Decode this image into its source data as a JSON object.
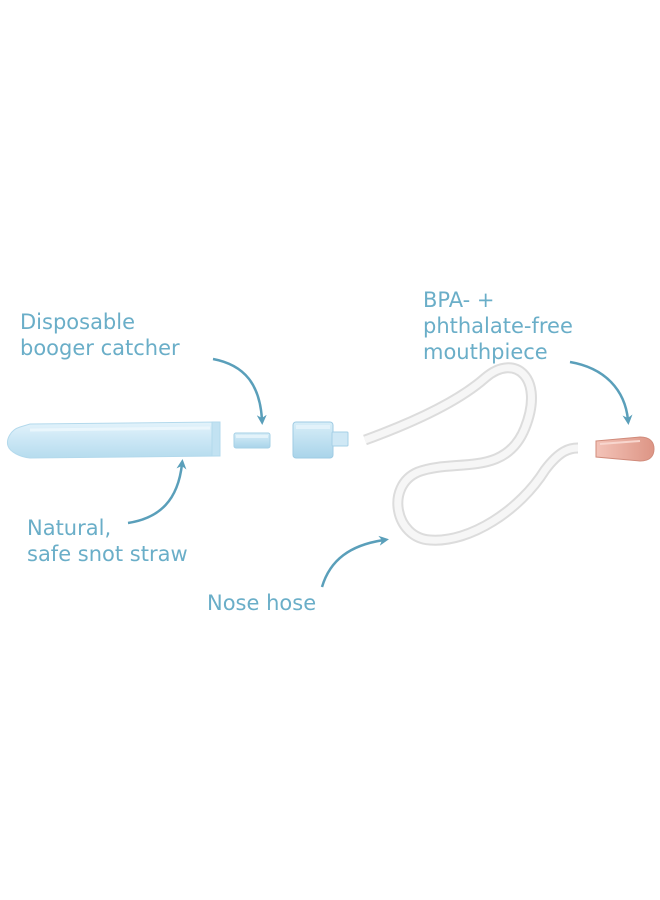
{
  "colors": {
    "label": "#6aaec8",
    "arrow": "#5a9fba",
    "straw_fill": "#cfe9f6",
    "straw_edge": "#b3d9ec",
    "hose": "#ececec",
    "mouthpiece": "#e5a79a"
  },
  "labels": {
    "catcher": [
      "Disposable",
      "booger catcher"
    ],
    "mouthpiece": [
      "BPA- +",
      "phthalate-free",
      "mouthpiece"
    ],
    "straw": [
      "Natural,",
      "safe snot straw"
    ],
    "hose": [
      "Nose hose"
    ]
  }
}
